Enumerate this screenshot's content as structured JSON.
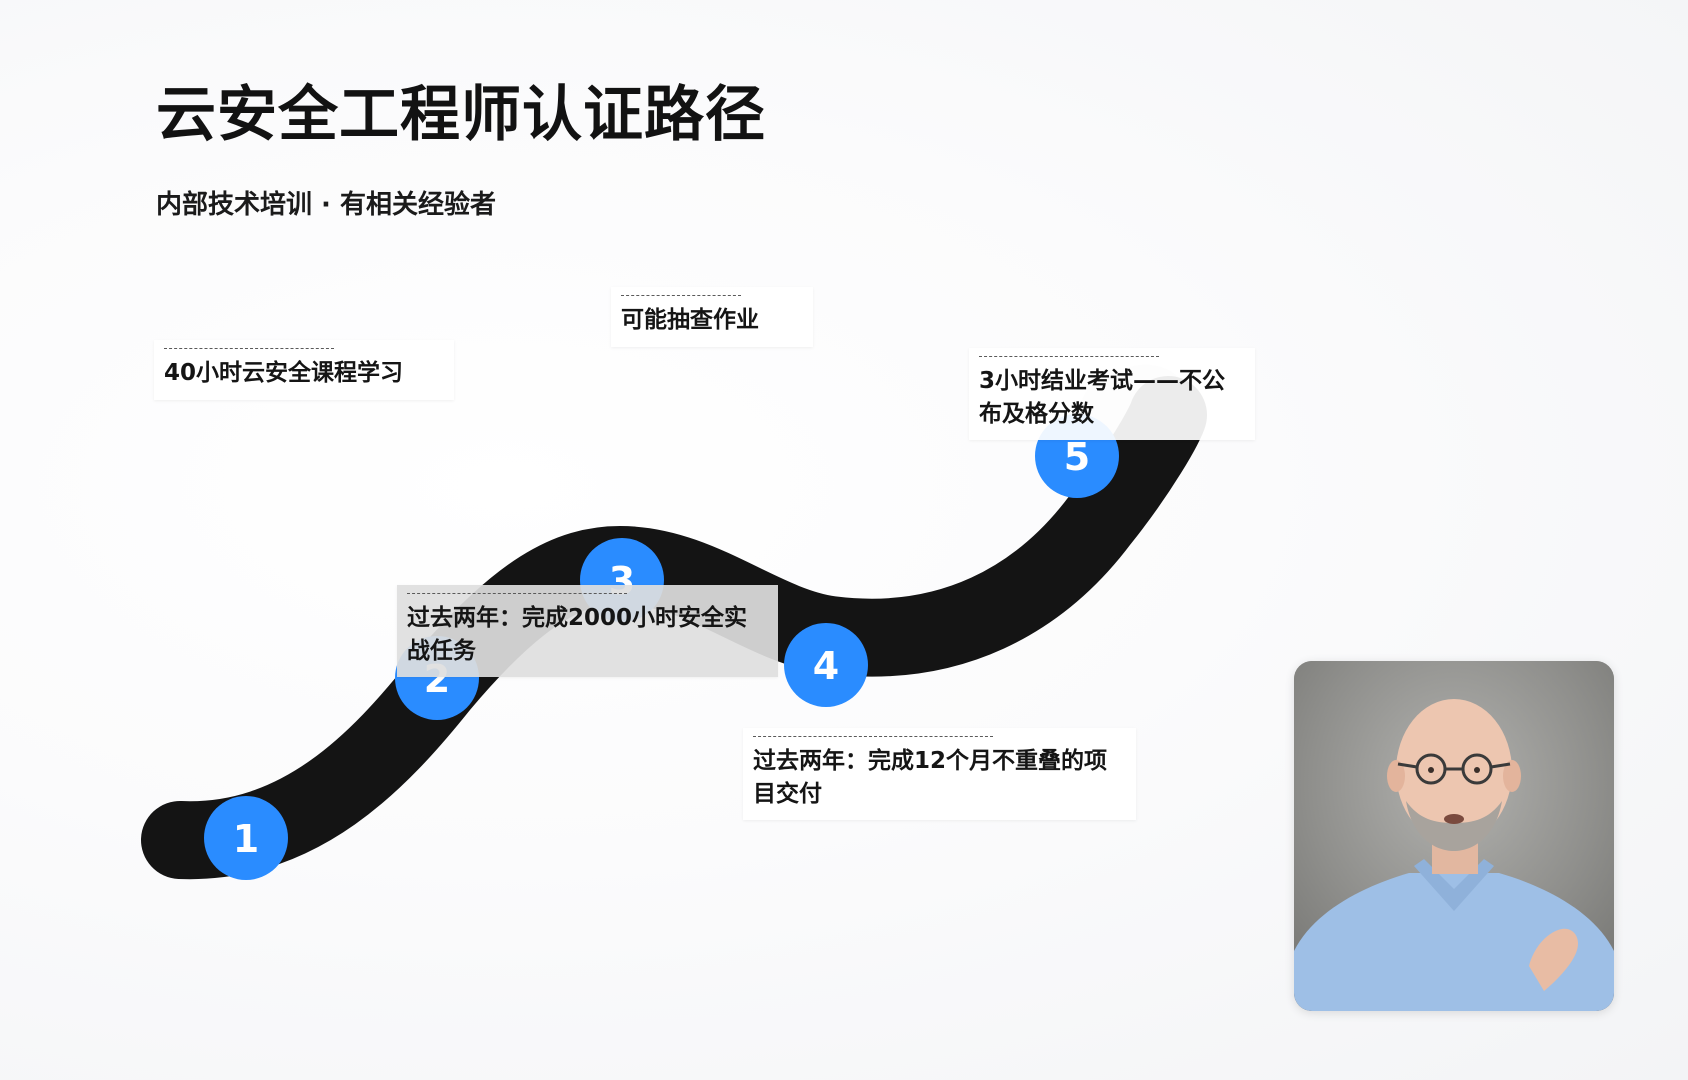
{
  "slide": {
    "title": "云安全工程师认证路径",
    "subtitle": "内部技术培训 · 有相关经验者"
  },
  "path": {
    "road_color": "#141414",
    "end_cap_color": "#e6e6e6",
    "marker_color": "#2a8cff",
    "milestones": [
      {
        "number": "1",
        "label": "40小时云安全课程学习"
      },
      {
        "number": "2",
        "label": "过去两年：完成2000小时安全实战任务"
      },
      {
        "number": "3",
        "label": "可能抽查作业"
      },
      {
        "number": "4",
        "label": "过去两年：完成12个月不重叠的项目交付"
      },
      {
        "number": "5",
        "label": "3小时结业考试——不公布及格分数"
      }
    ]
  },
  "presenter": {
    "tile": "presenter-video",
    "shirt_color": "#9ebfe6",
    "background_color": "#8f8f8c"
  }
}
